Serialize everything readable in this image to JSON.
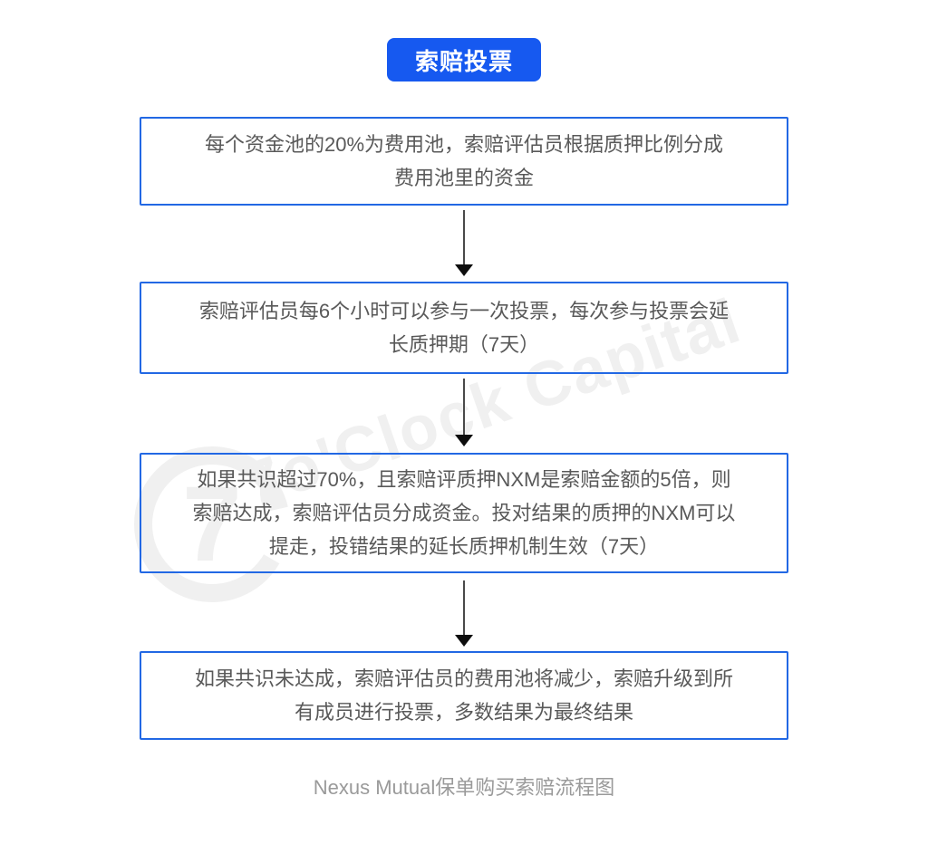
{
  "header": {
    "badge_label": "索赔投票"
  },
  "flow": {
    "boxes": [
      {
        "id": "fee-pool",
        "lines": [
          "每个资金池的20%为费用池，索赔评估员根据质押比例分成",
          "费用池里的资金"
        ]
      },
      {
        "id": "vote-interval",
        "lines": [
          "索赔评估员每6个小时可以参与一次投票，每次参与投票会延",
          "长质押期（7天）"
        ]
      },
      {
        "id": "consensus-reached",
        "lines": [
          "如果共识超过70%，且索赔评质押NXM是索赔金额的5倍，则",
          "索赔达成，索赔评估员分成资金。投对结果的质押的NXM可以",
          "提走，投错结果的延长质押机制生效（7天）"
        ]
      },
      {
        "id": "consensus-not-reached",
        "lines": [
          "如果共识未达成，索赔评估员的费用池将减少，索赔升级到所",
          "有成员进行投票，多数结果为最终结果"
        ]
      }
    ]
  },
  "caption": "Nexus Mutual保单购买索赔流程图",
  "watermark": {
    "text": "7o'Clock Capital",
    "logo_glyph": "7"
  },
  "colors": {
    "badge_bg": "#1659f0",
    "badge_text": "#ffffff",
    "box_border": "#2268e4",
    "box_text": "#595959",
    "arrow_line": "#4a4a4a",
    "arrow_head": "#0d0d0d",
    "caption_text": "#9a9a9a",
    "watermark": "#f0f0f0"
  }
}
